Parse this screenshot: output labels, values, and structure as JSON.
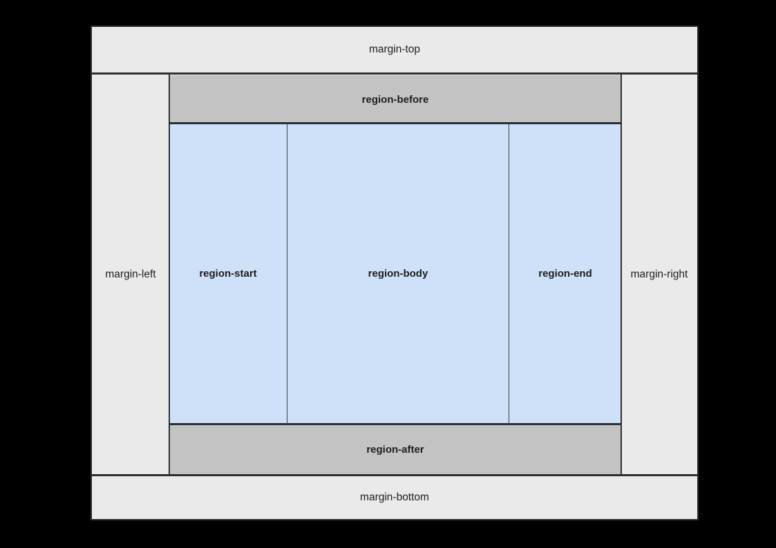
{
  "diagram": {
    "title": "page-layout-regions",
    "background_color": "#000000",
    "border_color": "#2b2f33",
    "margin_color": "#eaeaea",
    "region_gray_color": "#c3c3c3",
    "region_body_color": "#cfe1f8",
    "text_color": "#1d1d1d"
  },
  "margins": {
    "top": "margin-top",
    "bottom": "margin-bottom",
    "left": "margin-left",
    "right": "margin-right"
  },
  "regions": {
    "before": "region-before",
    "after": "region-after",
    "start": "region-start",
    "body": "region-body",
    "end": "region-end"
  }
}
